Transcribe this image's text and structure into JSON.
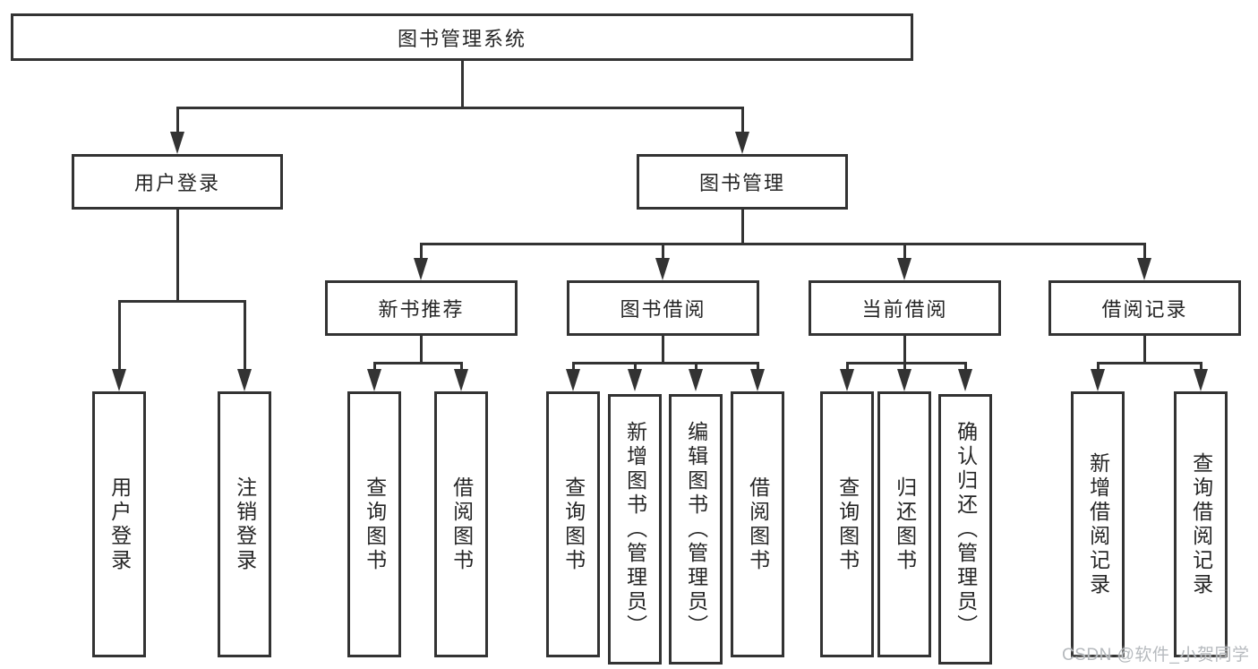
{
  "title": "图书管理系统",
  "level2": [
    {
      "label": "用户登录"
    },
    {
      "label": "图书管理"
    }
  ],
  "level3": [
    {
      "label": "新书推荐"
    },
    {
      "label": "图书借阅"
    },
    {
      "label": "当前借阅"
    },
    {
      "label": "借阅记录"
    }
  ],
  "leaves": [
    {
      "label": "用户登录"
    },
    {
      "label": "注销登录"
    },
    {
      "label": "查询图书"
    },
    {
      "label": "借阅图书"
    },
    {
      "label": "查询图书"
    },
    {
      "label": "新增图书（管理员）"
    },
    {
      "label": "编辑图书（管理员）"
    },
    {
      "label": "借阅图书"
    },
    {
      "label": "查询图书"
    },
    {
      "label": "归还图书"
    },
    {
      "label": "确认归还（管理员）"
    },
    {
      "label": "新增借阅记录"
    },
    {
      "label": "查询借阅记录"
    }
  ],
  "watermark": "CSDN @软件_小贺同学",
  "colors": {
    "line": "#333333",
    "text": "#262626",
    "background": "#ffffff",
    "watermark": "#b6babe"
  }
}
